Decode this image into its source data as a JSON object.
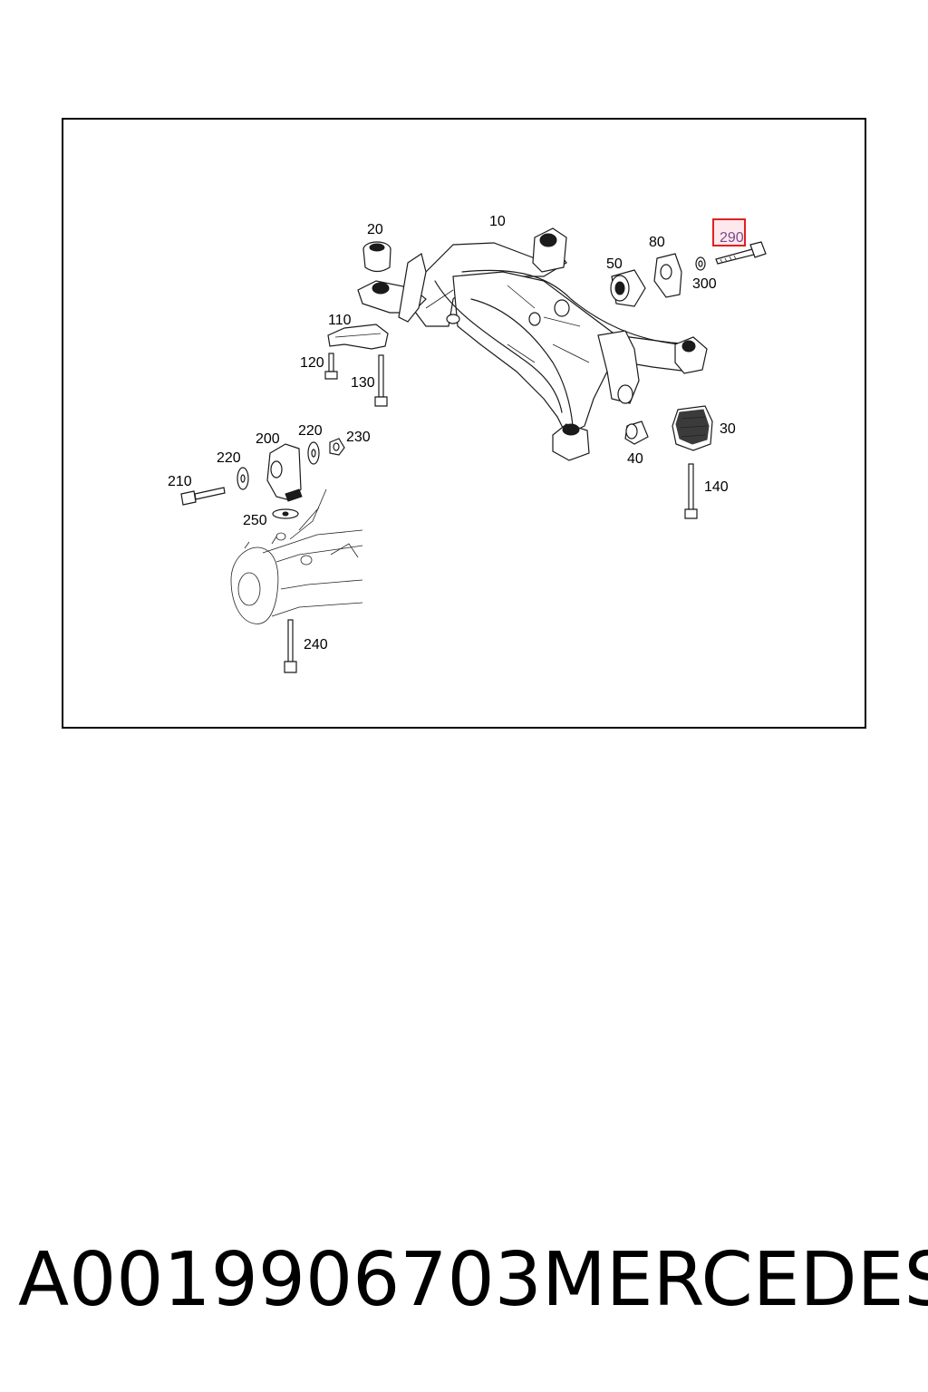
{
  "diagram": {
    "callouts": {
      "c10": "10",
      "c20": "20",
      "c30": "30",
      "c40": "40",
      "c50": "50",
      "c80": "80",
      "c110": "110",
      "c120": "120",
      "c130": "130",
      "c140": "140",
      "c200": "200",
      "c210": "210",
      "c220a": "220",
      "c220b": "220",
      "c230": "230",
      "c240": "240",
      "c250": "250",
      "c290": "290",
      "c300": "300"
    },
    "highlighted_callout": "290",
    "highlight_color": "#e02020",
    "highlight_fill": "#fde8ee"
  },
  "footer": {
    "part_number": "A0019906703",
    "brand": "MERCEDES"
  }
}
